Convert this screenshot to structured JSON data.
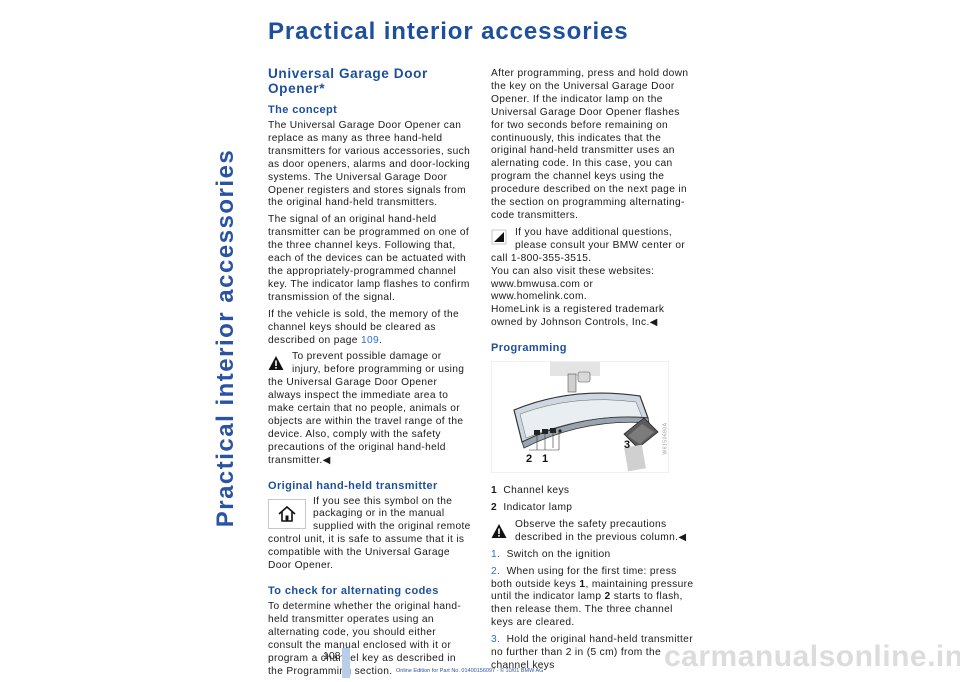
{
  "side_title": "Practical interior accessories",
  "title": "Practical interior accessories",
  "col1": {
    "section_title": "Universal Garage Door Opener*",
    "concept_heading": "The concept",
    "concept_p1": "The Universal Garage Door Opener can replace as many as three hand-held transmitters for various accessories, such as door openers, alarms and door-locking systems. The Universal Garage Door Opener registers and stores signals from the original hand-held transmitters.",
    "concept_p2": "The signal of an original hand-held transmitter can be programmed on one of the three channel keys. Following that, each of the devices can be actuated with the appropriately-programmed channel key. The indicator lamp flashes to confirm transmission of the signal.",
    "concept_p3_pre": "If the vehicle is sold, the memory of the channel keys should be cleared as described on page ",
    "concept_p3_link": "109",
    "concept_p3_post": ".",
    "warning1": "To prevent possible damage or injury, before programming or using the Universal Garage Door Opener always inspect the immediate area to make certain that no people, animals or objects are within the travel range of the device. Also, comply with the safety precautions of the original hand-held transmitter.◀",
    "original_heading": "Original hand-held transmitter",
    "original_text": "If you see this symbol on the packaging or in the manual supplied with the original remote control unit, it is safe to assume that it is compatible with the Universal Garage Door Opener.",
    "alternating_heading": "To check for alternating codes",
    "alternating_text": "To determine whether the original hand-held transmitter operates using an alternating code, you should either consult the manual enclosed with it or program a channel key as described in the Programming section."
  },
  "col2": {
    "p1": "After programming, press and hold down the key on the Universal Garage Door Opener. If the indicator lamp on the Universal Garage Door Opener flashes for two seconds before remaining on continuously, this indicates that the original hand-held transmitter uses an alernating code. In this case, you can program the channel keys using the procedure described on the next page in the section on programming alternating-code transmitters.",
    "note_line1": "If you have additional questions, please consult your BMW center or call 1-800-355-3515.",
    "note_line2": "You can also visit these websites:",
    "note_line3": "www.bmwusa.com or",
    "note_line4": "www.homelink.com.",
    "note_line5": "HomeLink is a registered trademark owned by Johnson Controls, Inc.◀",
    "programming_heading": "Programming",
    "figure_callouts": [
      "2",
      "1",
      "3"
    ],
    "figure_id": "W6150680A",
    "legend": [
      {
        "num": "1",
        "text": "Channel keys"
      },
      {
        "num": "2",
        "text": "Indicator lamp"
      }
    ],
    "warning2": "Observe the safety precautions described in the previous column.◀",
    "steps": [
      {
        "num": "1.",
        "text": "Switch on the ignition"
      },
      {
        "num": "2.",
        "pre": "When using for the first time: press both outside keys ",
        "b1": "1",
        "mid": ", maintaining pressure until the indicator lamp ",
        "b2": "2",
        "post": " starts to flash, then release them. The three channel keys are cleared."
      },
      {
        "num": "3.",
        "text": "Hold the original hand-held transmitter no further than 2 in (5 cm) from the channel keys"
      }
    ]
  },
  "page_number": "108",
  "footer": "Online Edition for Part No. 01400156097 - © 10/01 BMW AG",
  "watermark": "carmanualsonline.info"
}
